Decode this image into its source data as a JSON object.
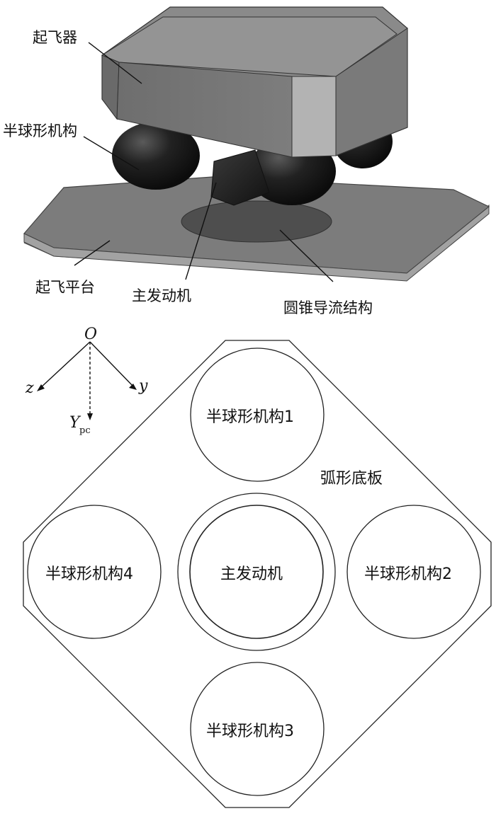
{
  "top_view": {
    "labels": {
      "aircraft": "起飞器",
      "hemisphere": "半球形机构",
      "platform": "起飞平台",
      "main_engine": "主发动机",
      "cone_diversion": "圆锥导流结构"
    }
  },
  "bottom_view": {
    "axes": {
      "origin": "O",
      "z": "z",
      "y": "y",
      "Y": "Y",
      "Y_sub": "pc"
    },
    "plate_label": "弧形底板",
    "hemisphere_1": "半球形机构1",
    "hemisphere_2": "半球形机构2",
    "hemisphere_3": "半球形机构3",
    "hemisphere_4": "半球形机构4",
    "main_engine": "主发动机"
  },
  "colors": {
    "body_front": "#7a7a7a",
    "body_top": "#8e8e8e",
    "body_side": "#a8a8a8",
    "platform_top": "#7c7c7c",
    "platform_edge": "#9a9a9a",
    "sphere_dark": "#1a1a1a",
    "cone_spot": "#4e4e4e"
  }
}
